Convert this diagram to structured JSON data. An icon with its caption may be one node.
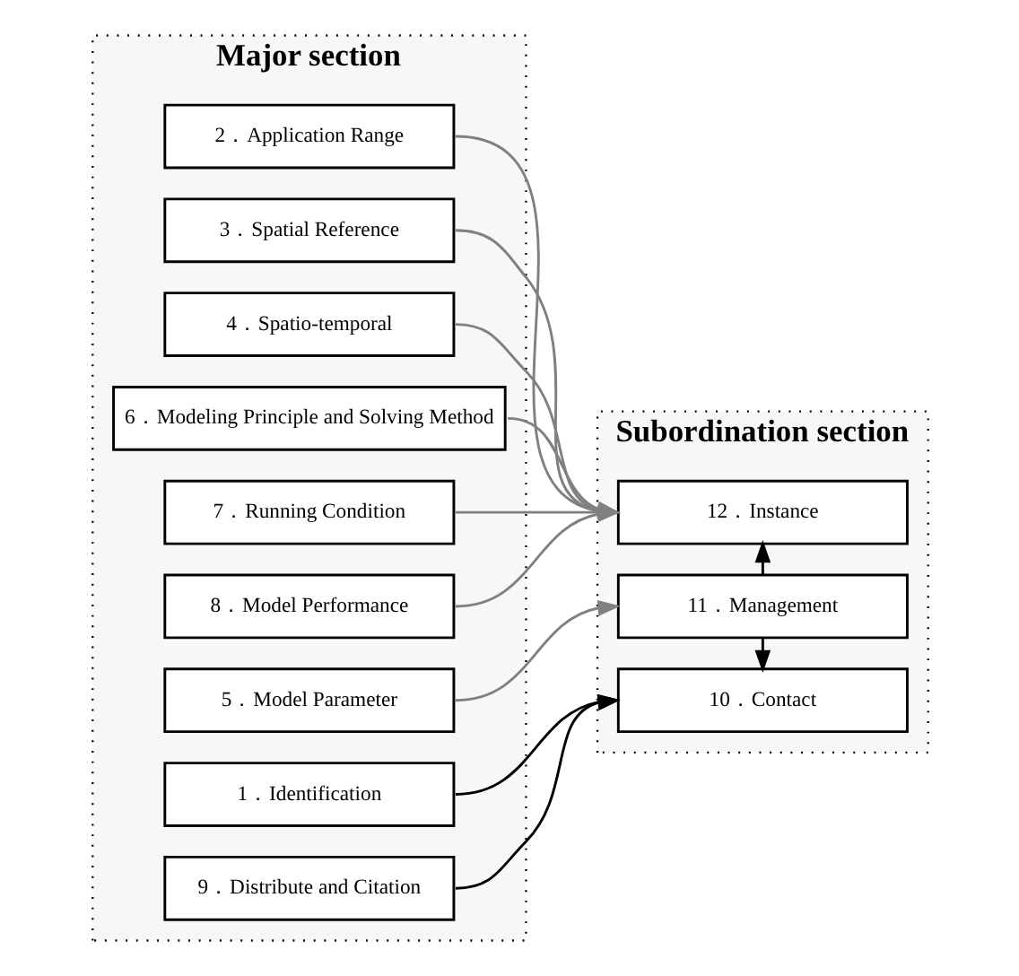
{
  "diagram": {
    "nodes": [
      {
        "text": [
          "Major section"
        ]
      },
      {
        "text": [
          "1．Identification"
        ],
        "in": 0
      },
      {
        "text": [
          "2．Application Range"
        ],
        "in": 0
      },
      {
        "text": [
          "3．Spatial Reference"
        ],
        "in": 0
      },
      {
        "text": [
          "4．Spatio-temporal"
        ],
        "in": 0
      },
      {
        "text": [
          "5．Model Parameter"
        ],
        "in": 0
      },
      {
        "text": [
          "6．Modeling Principle and Solving Method"
        ],
        "in": 0
      },
      {
        "text": [
          "7．Running Condition"
        ],
        "in": 0
      },
      {
        "text": [
          "8．Model Performance"
        ],
        "in": 0
      },
      {
        "text": [
          "9．Distribute and Citation"
        ],
        "in": 0
      },
      {
        "text": [
          "Subordination section"
        ]
      },
      {
        "text": [
          "11．Management"
        ],
        "in": 10
      },
      {
        "text": [
          "10．Contact"
        ],
        "in": 10
      },
      {
        "text": [
          "12．Instance"
        ],
        "in": 10
      }
    ],
    "edges": [
      {
        "from": 1,
        "to": 12,
        "arrow": "to",
        "color": "#000000"
      },
      {
        "from": 9,
        "to": 12,
        "arrow": "to",
        "color": "#000000"
      },
      {
        "from": 5,
        "to": 11,
        "arrow": "to"
      },
      {
        "from": 2,
        "to": 13,
        "arrow": "to"
      },
      {
        "from": 3,
        "to": 13,
        "arrow": "to"
      },
      {
        "from": 4,
        "to": 13,
        "arrow": "to"
      },
      {
        "from": 6,
        "to": 13,
        "arrow": "to"
      },
      {
        "from": 7,
        "to": 13,
        "arrow": "to"
      },
      {
        "from": 8,
        "to": 13,
        "arrow": "to"
      },
      {
        "from": 11,
        "to": 12,
        "arrow": "to",
        "color": "#000000"
      },
      {
        "from": 11,
        "to": 13,
        "arrow": "to",
        "color": "#000000"
      }
    ]
  }
}
